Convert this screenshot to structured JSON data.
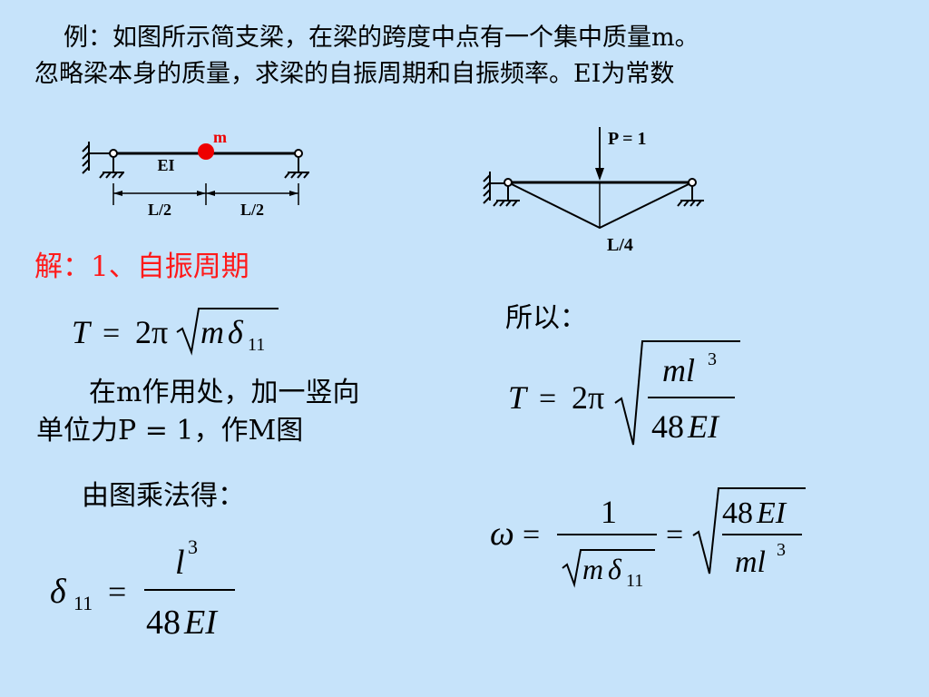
{
  "problem": {
    "line1": "例：如图所示简支梁，在梁的跨度中点有一个集中质量m。",
    "line2": "忽略梁本身的质量，求梁的自振周期和自振频率。EI为常数"
  },
  "beam_figure": {
    "mass_label": "m",
    "ei_label": "EI",
    "span_left": "L/2",
    "span_right": "L/2"
  },
  "moment_figure": {
    "load_label": "P = 1",
    "peak_label": "L/4"
  },
  "solution": {
    "heading": "解：1、自振周期",
    "unit_force_line1": "在m作用处，加一竖向",
    "unit_force_line2": "单位力P = 1，作M图",
    "graph_mult": "由图乘法得：",
    "therefore": "所以："
  },
  "formulas": {
    "period_general": {
      "lhs": "T",
      "eq": "=",
      "coef": "2π",
      "radicand_m": "m",
      "radicand_delta": "δ",
      "radicand_sub": "11"
    },
    "delta11": {
      "lhs": "δ",
      "sub": "11",
      "eq": "=",
      "num_base": "l",
      "num_exp": "3",
      "den_num": "48",
      "den_ei": "EI"
    },
    "period_result": {
      "lhs": "T",
      "eq": "=",
      "coef": "2π",
      "num_base": "ml",
      "num_exp": "3",
      "den_num": "48",
      "den_ei": "EI"
    },
    "omega": {
      "lhs": "ω",
      "eq1": "=",
      "num1": "1",
      "den1_m": "m",
      "den1_delta": "δ",
      "den1_sub": "11",
      "eq2": "=",
      "num2_num": "48",
      "num2_ei": "EI",
      "den2_base": "ml",
      "den2_exp": "3"
    }
  }
}
